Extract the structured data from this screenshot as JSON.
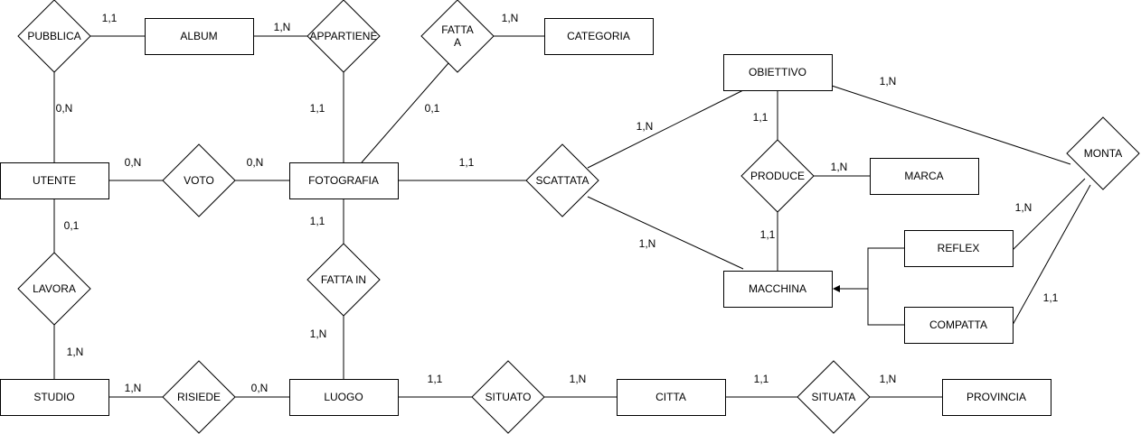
{
  "entities": [
    {
      "id": "album",
      "label": "ALBUM"
    },
    {
      "id": "categoria",
      "label": "CATEGORIA"
    },
    {
      "id": "obiettivo",
      "label": "OBIETTIVO"
    },
    {
      "id": "utente",
      "label": "UTENTE"
    },
    {
      "id": "fotografia",
      "label": "FOTOGRAFIA"
    },
    {
      "id": "marca",
      "label": "MARCA"
    },
    {
      "id": "reflex",
      "label": "REFLEX"
    },
    {
      "id": "macchina",
      "label": "MACCHINA"
    },
    {
      "id": "compatta",
      "label": "COMPATTA"
    },
    {
      "id": "studio",
      "label": "STUDIO"
    },
    {
      "id": "luogo",
      "label": "LUOGO"
    },
    {
      "id": "citta",
      "label": "CITTA"
    },
    {
      "id": "provincia",
      "label": "PROVINCIA"
    }
  ],
  "relationships": [
    {
      "id": "pubblica",
      "label": [
        "PUBBLICA"
      ]
    },
    {
      "id": "appartiene",
      "label": [
        "APPARTIENE"
      ]
    },
    {
      "id": "fatta-a",
      "label": [
        "FATTA",
        "A"
      ]
    },
    {
      "id": "voto",
      "label": [
        "VOTO"
      ]
    },
    {
      "id": "scattata",
      "label": [
        "SCATTATA"
      ]
    },
    {
      "id": "produce",
      "label": [
        "PRODUCE"
      ]
    },
    {
      "id": "monta",
      "label": [
        "MONTA"
      ]
    },
    {
      "id": "lavora",
      "label": [
        "LAVORA"
      ]
    },
    {
      "id": "fatta-in",
      "label": [
        "FATTA IN"
      ]
    },
    {
      "id": "risiede",
      "label": [
        "RISIEDE"
      ]
    },
    {
      "id": "situato",
      "label": [
        "SITUATO"
      ]
    },
    {
      "id": "situata",
      "label": [
        "SITUATA"
      ]
    }
  ],
  "cardinalities": [
    {
      "id": "pubblica-album",
      "text": "1,1"
    },
    {
      "id": "appartiene-album",
      "text": "1,N"
    },
    {
      "id": "fatta-a-categoria",
      "text": "1,N"
    },
    {
      "id": "pubblica-utente",
      "text": "0,N"
    },
    {
      "id": "appartiene-fotografia",
      "text": "1,1"
    },
    {
      "id": "fatta-a-fotografia",
      "text": "0,1"
    },
    {
      "id": "obiettivo-monta",
      "text": "1,N"
    },
    {
      "id": "scattata-obiettivo",
      "text": "1,N"
    },
    {
      "id": "produce-obiettivo",
      "text": "1,1"
    },
    {
      "id": "voto-utente",
      "text": "0,N"
    },
    {
      "id": "voto-fotografia",
      "text": "0,N"
    },
    {
      "id": "scattata-fotografia",
      "text": "1,1"
    },
    {
      "id": "produce-marca",
      "text": "1,N"
    },
    {
      "id": "lavora-utente",
      "text": "0,1"
    },
    {
      "id": "fatta-in-fotografia",
      "text": "1,1"
    },
    {
      "id": "reflex-monta",
      "text": "1,N"
    },
    {
      "id": "produce-macchina",
      "text": "1,1"
    },
    {
      "id": "scattata-macchina",
      "text": "1,N"
    },
    {
      "id": "compatta-monta",
      "text": "1,1"
    },
    {
      "id": "fatta-in-luogo",
      "text": "1,N"
    },
    {
      "id": "lavora-studio",
      "text": "1,N"
    },
    {
      "id": "risiede-studio",
      "text": "1,N"
    },
    {
      "id": "risiede-luogo",
      "text": "0,N"
    },
    {
      "id": "situato-luogo",
      "text": "1,1"
    },
    {
      "id": "situato-citta",
      "text": "1,N"
    },
    {
      "id": "situata-citta",
      "text": "1,1"
    },
    {
      "id": "situata-provincia",
      "text": "1,N"
    }
  ],
  "style": {
    "stroke": "#000000",
    "fill": "#ffffff"
  }
}
